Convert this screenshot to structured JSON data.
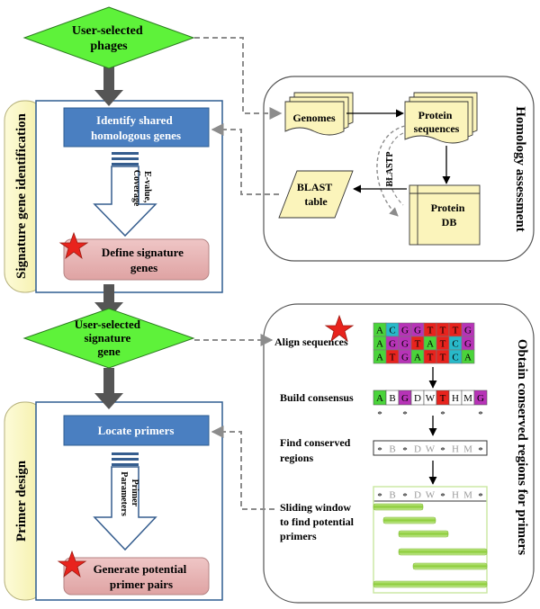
{
  "sections": {
    "signature": "Signature gene  identification",
    "primer": "Primer design",
    "homology": "Homology assessment",
    "conserved": "Obtain conserved regions for primers"
  },
  "nodes": {
    "user_phages": [
      "User-selected",
      "phages"
    ],
    "identify": [
      "Identify shared",
      "homologous genes"
    ],
    "evalue": [
      "E-value,",
      "Coverage"
    ],
    "define": [
      "Define signature",
      "genes"
    ],
    "user_gene": [
      "User-selected",
      "signature",
      "gene"
    ],
    "locate": "Locate primers",
    "params": [
      "Primer",
      "Parameters"
    ],
    "generate": [
      "Generate potential",
      "primer pairs"
    ],
    "genomes": "Genomes",
    "protein_seq": [
      "Protein",
      "sequences"
    ],
    "blastp": "BLASTP",
    "blast_table": [
      "BLAST",
      "table"
    ],
    "protein_db": [
      "Protein",
      "DB"
    ],
    "align": "Align sequences",
    "consensus": "Build consensus",
    "find_conserved": [
      "Find conserved",
      "regions"
    ],
    "sliding": [
      "Sliding window",
      "to find potential",
      "primers"
    ]
  },
  "alignment": {
    "rows": [
      [
        "A",
        "C",
        "G",
        "G",
        "T",
        "T",
        "T",
        "G"
      ],
      [
        "A",
        "G",
        "G",
        "T",
        "A",
        "T",
        "C",
        "G"
      ],
      [
        "A",
        "T",
        "G",
        "A",
        "T",
        "T",
        "C",
        "A"
      ]
    ],
    "consensus": [
      "A",
      "B",
      "G",
      "D",
      "W",
      "T",
      "H",
      "M",
      "G"
    ],
    "conserved_marks": [
      "*",
      "",
      "*",
      "",
      "",
      "*",
      "",
      "",
      "*"
    ],
    "region": [
      "*",
      "B",
      "*",
      "D",
      "W",
      "*",
      "H",
      "M",
      "*"
    ]
  },
  "colors": {
    "diamond": "#5ef23a",
    "process": "#4a7fc1",
    "signature_box": "#e5b3b3",
    "doc": "#fbf4bb",
    "band": "#fcf9c9",
    "base_A": "#4ad43a",
    "base_C": "#28b9c9",
    "base_G": "#b733b7",
    "base_T": "#e8231d",
    "window_bar": "#9dd74a"
  }
}
